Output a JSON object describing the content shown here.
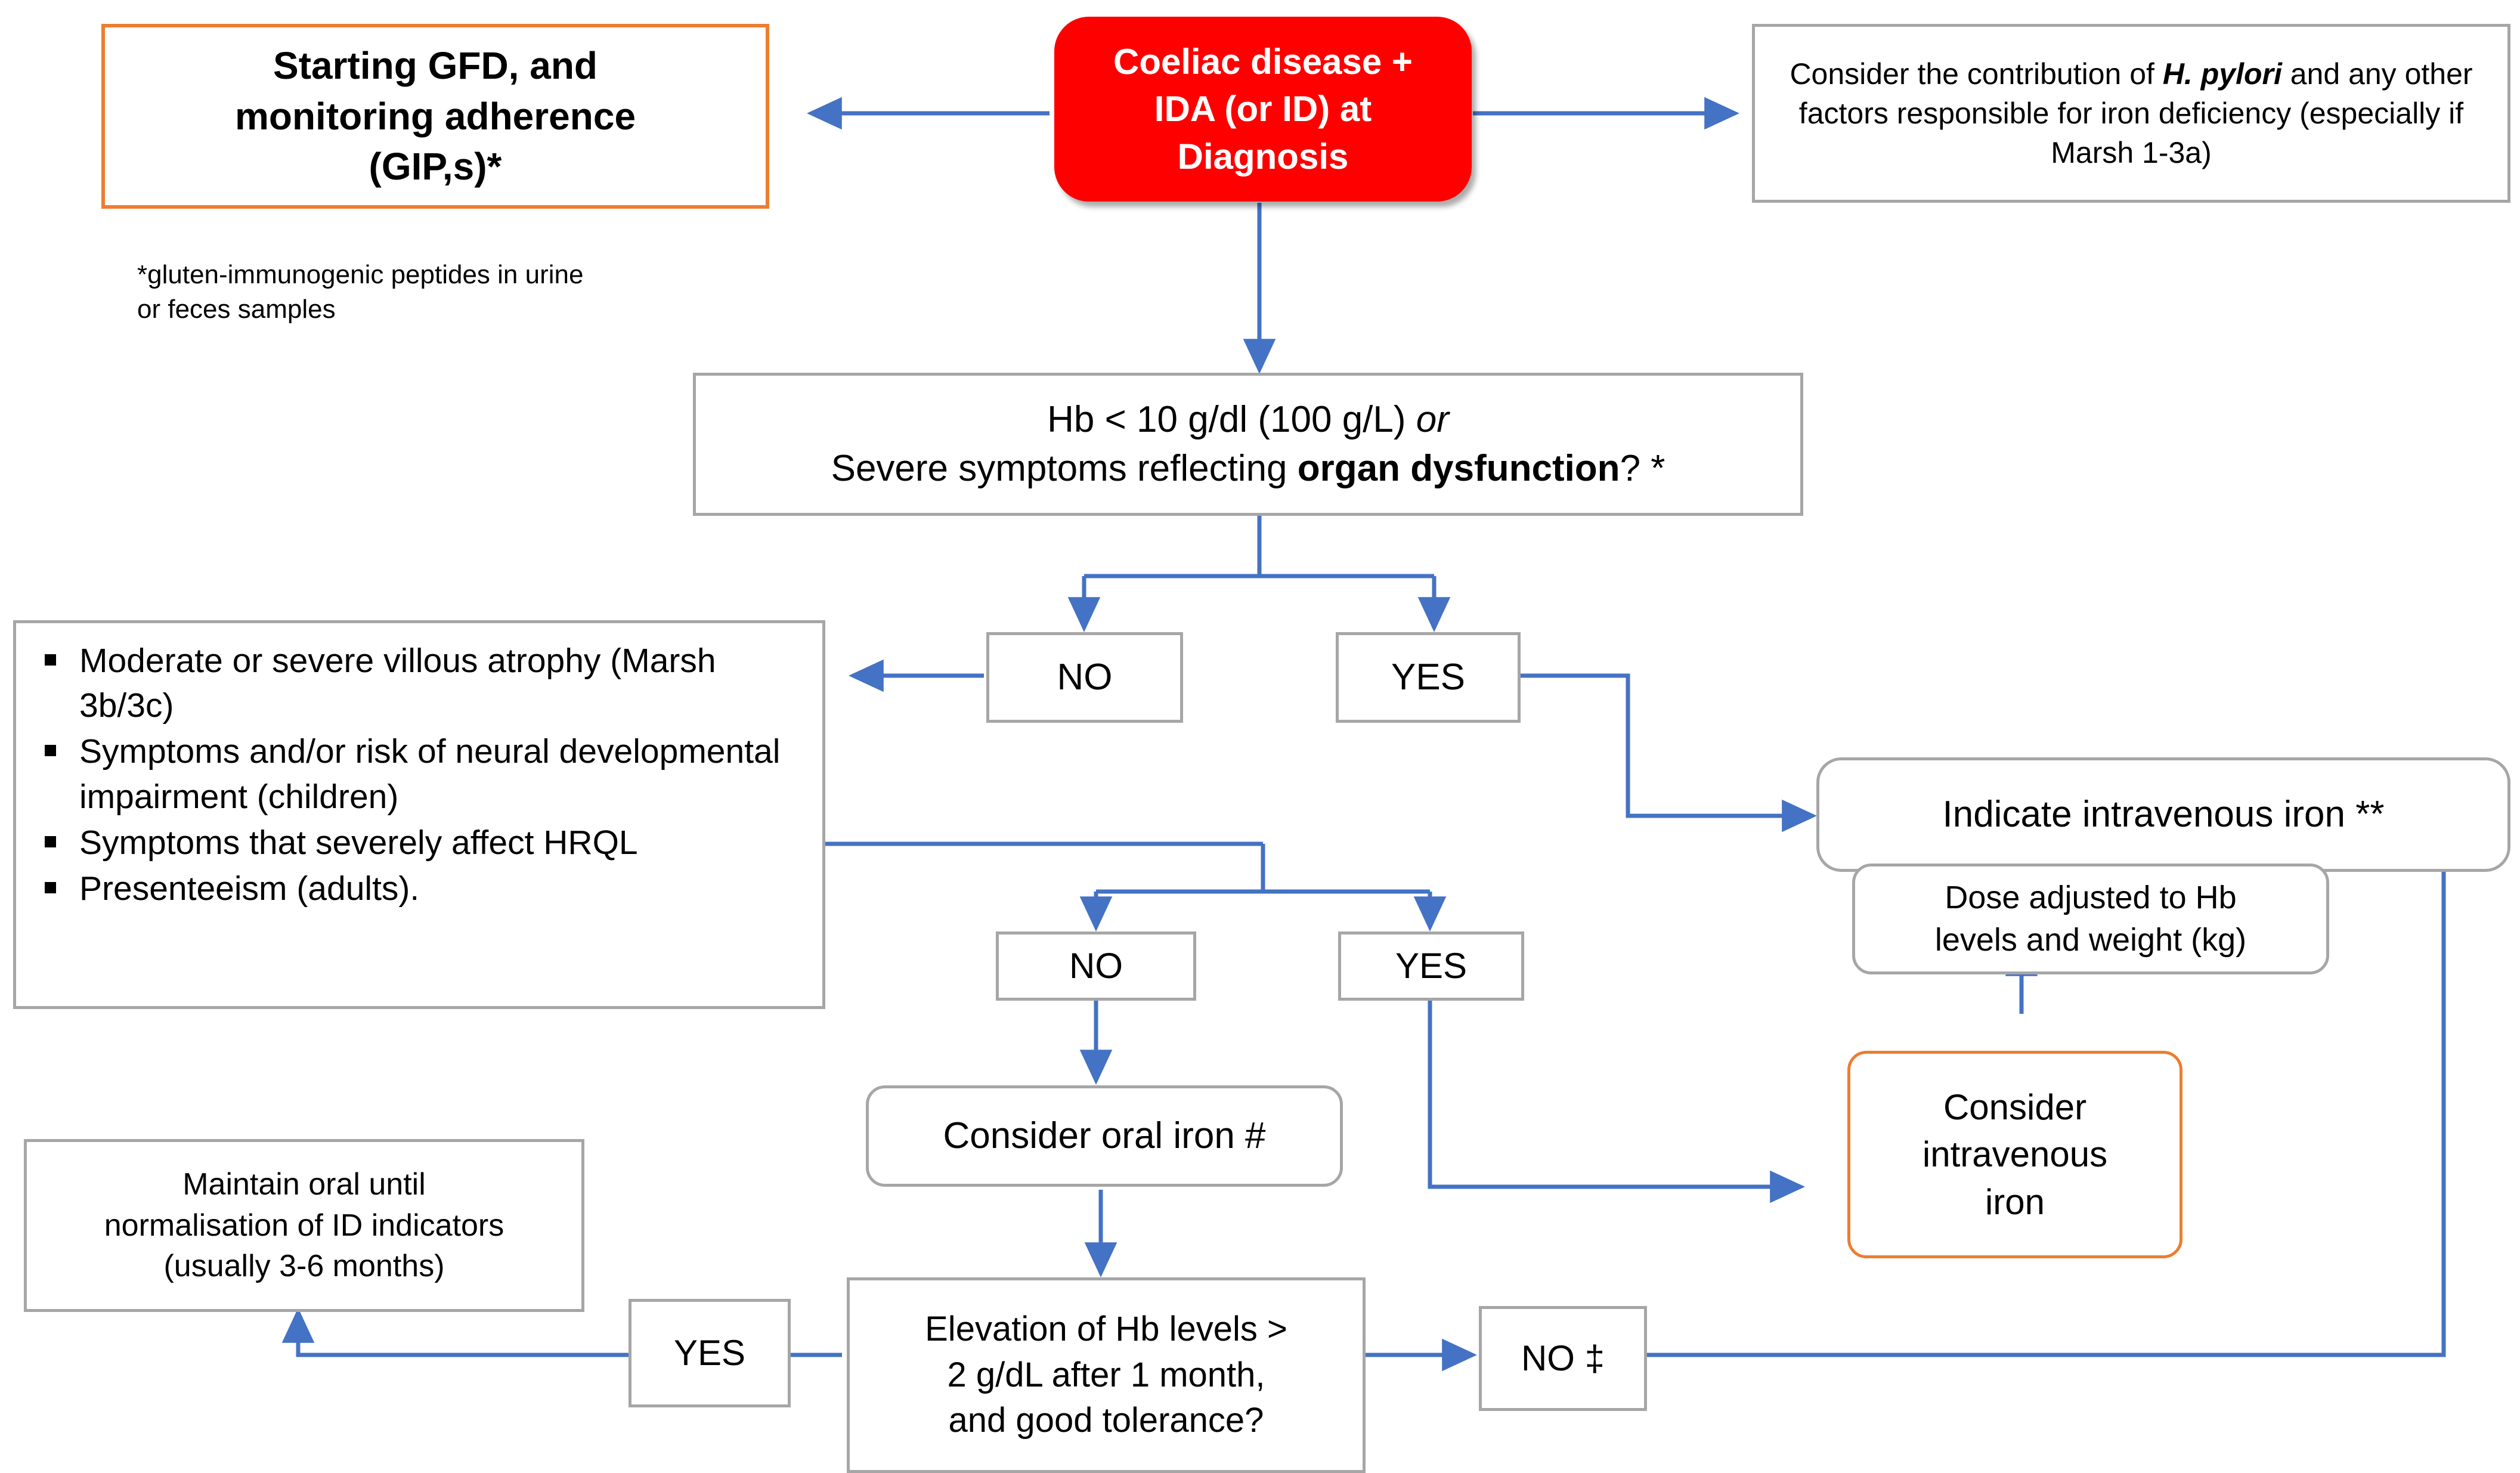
{
  "colors": {
    "red_fill": "#fe0000",
    "orange_border": "#ed7d31",
    "gray_border": "#a6a6a6",
    "connector_blue": "#4472c4",
    "text": "#000000"
  },
  "nodes": {
    "start_gfd": {
      "label_line1": "Starting GFD, and",
      "label_line2": "monitoring adherence",
      "label_line3": "(GIP,s)*"
    },
    "gfd_footnote": {
      "line1": "*gluten-immunogenic peptides in urine",
      "line2": "or feces samples"
    },
    "diagnosis": {
      "label_line1": "Coeliac disease +",
      "label_line2": "IDA (or ID) at",
      "label_line3": "Diagnosis"
    },
    "h_pylori": {
      "part1": "Consider the contribution of ",
      "emph": "H. pylori",
      "part2": " and any other factors responsible for iron deficiency (especially if Marsh 1-3a)"
    },
    "hb_decision": {
      "line1_pre": "Hb < 10 g/dl (100 g/L) ",
      "line1_italic": "or",
      "line2_pre": "Severe symptoms reflecting ",
      "line2_bold": "organ dysfunction",
      "line2_post": "? *"
    },
    "no_upper": {
      "label": "NO"
    },
    "yes_upper": {
      "label": "YES"
    },
    "criteria_list": {
      "items": [
        "Moderate or severe villous atrophy (Marsh 3b/3c)",
        "Symptoms and/or risk of neural developmental impairment (children)",
        "Symptoms that severely affect HRQL",
        "Presenteeism (adults)."
      ]
    },
    "indicate_iv_iron": {
      "label": "Indicate intravenous iron **"
    },
    "dose_adjusted": {
      "line1": "Dose adjusted to Hb",
      "line2": "levels and weight (kg)"
    },
    "consider_iv_iron": {
      "line1": "Consider",
      "line2": "intravenous",
      "line3": "iron"
    },
    "no_middle": {
      "label": "NO"
    },
    "yes_middle": {
      "label": "YES"
    },
    "consider_oral_iron": {
      "label": "Consider oral iron #"
    },
    "hb_elevation": {
      "line1": "Elevation of Hb levels >",
      "line2": "2 g/dL after 1 month,",
      "line3": "and good tolerance?"
    },
    "yes_bottom": {
      "label": "YES"
    },
    "no_bottom": {
      "label": "NO ‡"
    },
    "maintain_oral": {
      "line1": "Maintain oral until",
      "line2": "normalisation of ID indicators",
      "line3": "(usually 3-6 months)"
    }
  }
}
